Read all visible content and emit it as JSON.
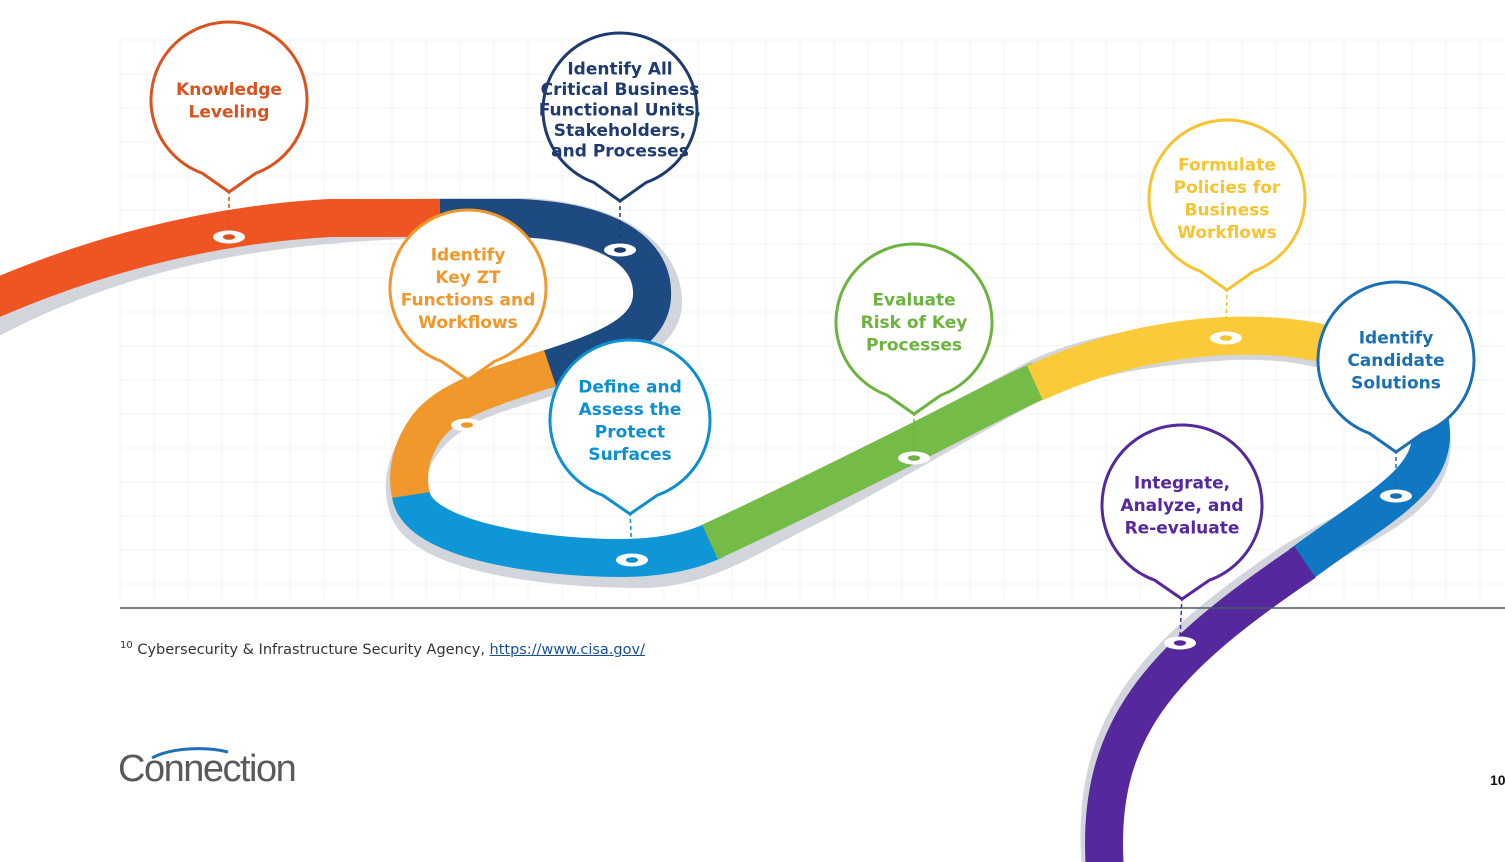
{
  "steps": [
    {
      "id": "knowledge-leveling",
      "lines": [
        "Knowledge",
        "Leveling"
      ],
      "color": "#d9531e"
    },
    {
      "id": "identify-business-units",
      "lines": [
        "Identify All",
        "Critical Business",
        "Functional Units,",
        "Stakeholders,",
        "and Processes"
      ],
      "color": "#1d3b6e"
    },
    {
      "id": "identify-zt-functions",
      "lines": [
        "Identify",
        "Key ZT",
        "Functions and",
        "Workflows"
      ],
      "color": "#f0982c"
    },
    {
      "id": "define-protect-surfaces",
      "lines": [
        "Define and",
        "Assess the",
        "Protect",
        "Surfaces"
      ],
      "color": "#0d8fd0"
    },
    {
      "id": "evaluate-risk",
      "lines": [
        "Evaluate",
        "Risk of Key",
        "Processes"
      ],
      "color": "#6cb33f"
    },
    {
      "id": "formulate-policies",
      "lines": [
        "Formulate",
        "Policies for",
        "Business",
        "Workflows"
      ],
      "color": "#f5c430"
    },
    {
      "id": "identify-solutions",
      "lines": [
        "Identify",
        "Candidate",
        "Solutions"
      ],
      "color": "#1a6fb5"
    },
    {
      "id": "integrate-analyze",
      "lines": [
        "Integrate,",
        "Analyze, and",
        "Re-evaluate"
      ],
      "color": "#56289d"
    }
  ],
  "footnote": {
    "number": "10",
    "text": " Cybersecurity & Infrastructure Security Agency, ",
    "link": "https://www.cisa.gov/"
  },
  "logo": "Connection",
  "page_number": "10"
}
